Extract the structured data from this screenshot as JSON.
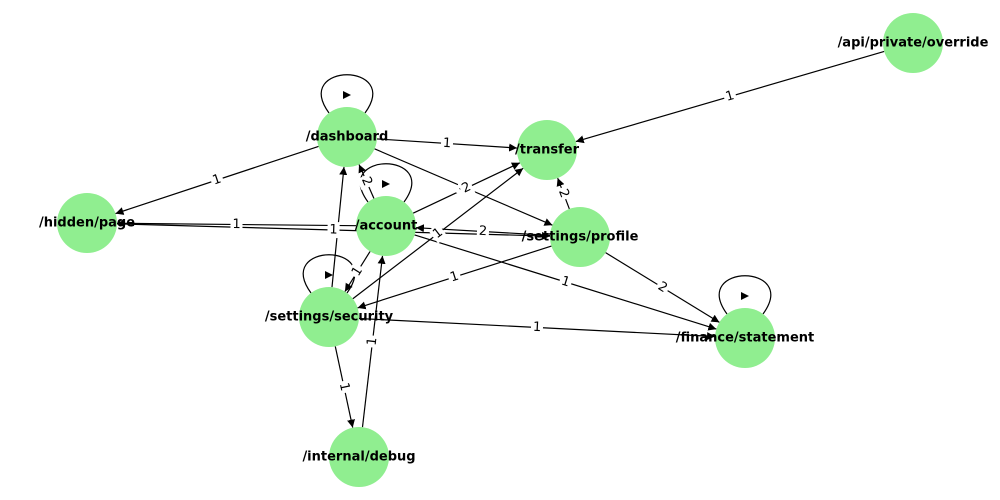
{
  "nodes": [
    {
      "id": "api",
      "label": "/api/private/override"
    },
    {
      "id": "dashboard",
      "label": "/dashboard"
    },
    {
      "id": "transfer",
      "label": "/transfer"
    },
    {
      "id": "hidden",
      "label": "/hidden/page"
    },
    {
      "id": "account",
      "label": "/account"
    },
    {
      "id": "profile",
      "label": "/settings/profile"
    },
    {
      "id": "security",
      "label": "/settings/security"
    },
    {
      "id": "finance",
      "label": "/finance/statement"
    },
    {
      "id": "debug",
      "label": "/internal/debug"
    }
  ],
  "edges": [
    {
      "from": "api",
      "to": "transfer",
      "label": "1"
    },
    {
      "from": "dashboard",
      "to": "transfer",
      "label": "1"
    },
    {
      "from": "dashboard",
      "to": "hidden",
      "label": "1"
    },
    {
      "from": "dashboard",
      "to": "profile",
      "label": "2"
    },
    {
      "from": "dashboard",
      "to": "dashboard",
      "label": ""
    },
    {
      "from": "account",
      "to": "dashboard",
      "label": "2"
    },
    {
      "from": "account",
      "to": "transfer",
      "label": "2"
    },
    {
      "from": "account",
      "to": "hidden",
      "label": "1"
    },
    {
      "from": "account",
      "to": "account",
      "label": ""
    },
    {
      "from": "account",
      "to": "security",
      "label": "1"
    },
    {
      "from": "account",
      "to": "finance",
      "label": "1"
    },
    {
      "from": "profile",
      "to": "account",
      "label": "2"
    },
    {
      "from": "profile",
      "to": "transfer",
      "label": "2"
    },
    {
      "from": "profile",
      "to": "finance",
      "label": "2"
    },
    {
      "from": "profile",
      "to": "security",
      "label": "1"
    },
    {
      "from": "security",
      "to": "dashboard",
      "label": ""
    },
    {
      "from": "security",
      "to": "transfer",
      "label": "1"
    },
    {
      "from": "security",
      "to": "security",
      "label": ""
    },
    {
      "from": "security",
      "to": "debug",
      "label": "1"
    },
    {
      "from": "security",
      "to": "finance",
      "label": "1"
    },
    {
      "from": "hidden",
      "to": "profile",
      "label": "1"
    },
    {
      "from": "debug",
      "to": "account",
      "label": "1"
    },
    {
      "from": "finance",
      "to": "finance",
      "label": ""
    }
  ],
  "colors": {
    "node_fill": "#90ee90",
    "edge": "#000000",
    "text": "#000000"
  }
}
